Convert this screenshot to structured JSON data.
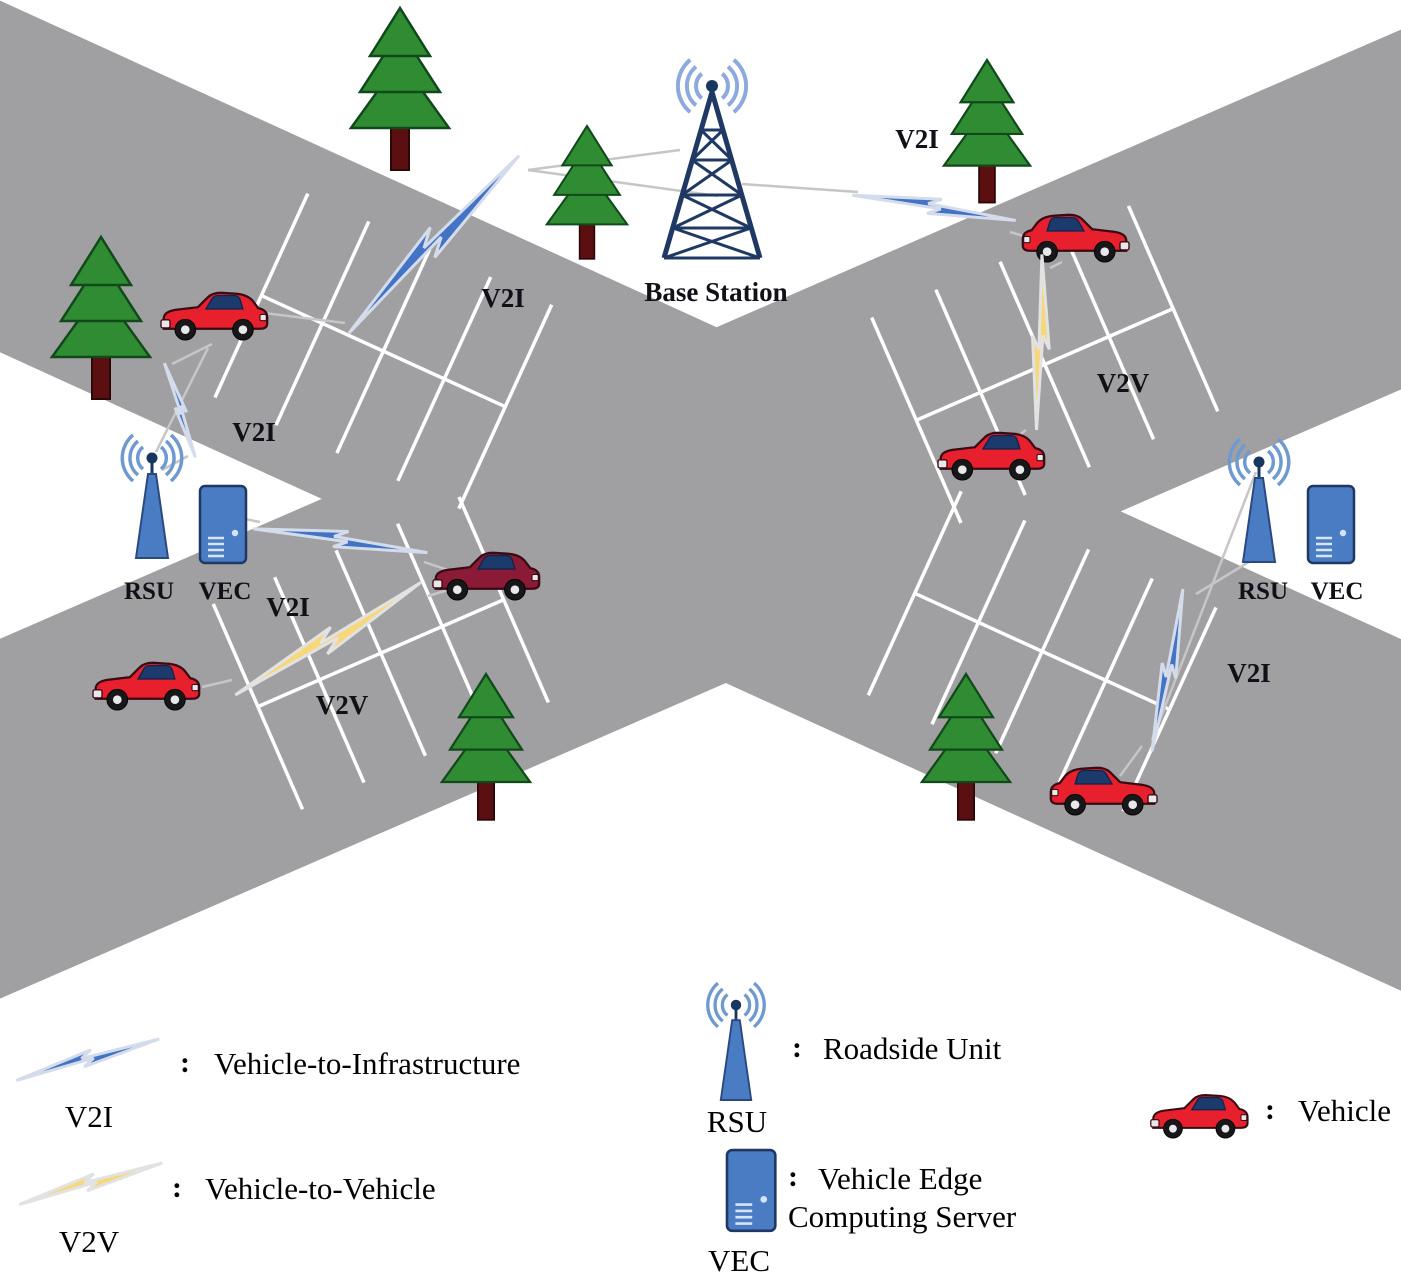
{
  "diagram": {
    "labels": {
      "v2i": "V2I",
      "v2v": "V2V",
      "base_station": "Base Station",
      "rsu": "RSU",
      "vec": "VEC"
    },
    "colors": {
      "road": "#a0a0a2",
      "road_marking": "#ffffff",
      "v2i_bolt": "#4273c4",
      "v2v_bolt": "#f6d878",
      "bolt_outline": "#d4dcec",
      "tree_canopy": "#2f8c33",
      "tree_trunk": "#5c0f10",
      "vehicle_body": "#e8202e",
      "vehicle_body_dark": "#8a1a35",
      "vehicle_window": "#1c3a6b",
      "base_station": "#1f3864",
      "signal_wave": "#8ea9db",
      "rsu_vec": "#4a7cc4"
    }
  },
  "legend": {
    "colon": ":",
    "v2i": {
      "abbr": "V2I",
      "desc": "Vehicle-to-Infrastructure"
    },
    "v2v": {
      "abbr": "V2V",
      "desc": "Vehicle-to-Vehicle"
    },
    "rsu": {
      "abbr": "RSU",
      "desc": "Roadside Unit"
    },
    "vec": {
      "abbr": "VEC",
      "desc_line1": "Vehicle Edge",
      "desc_line2": "Computing Server"
    },
    "vehicle": {
      "desc": "Vehicle"
    }
  }
}
